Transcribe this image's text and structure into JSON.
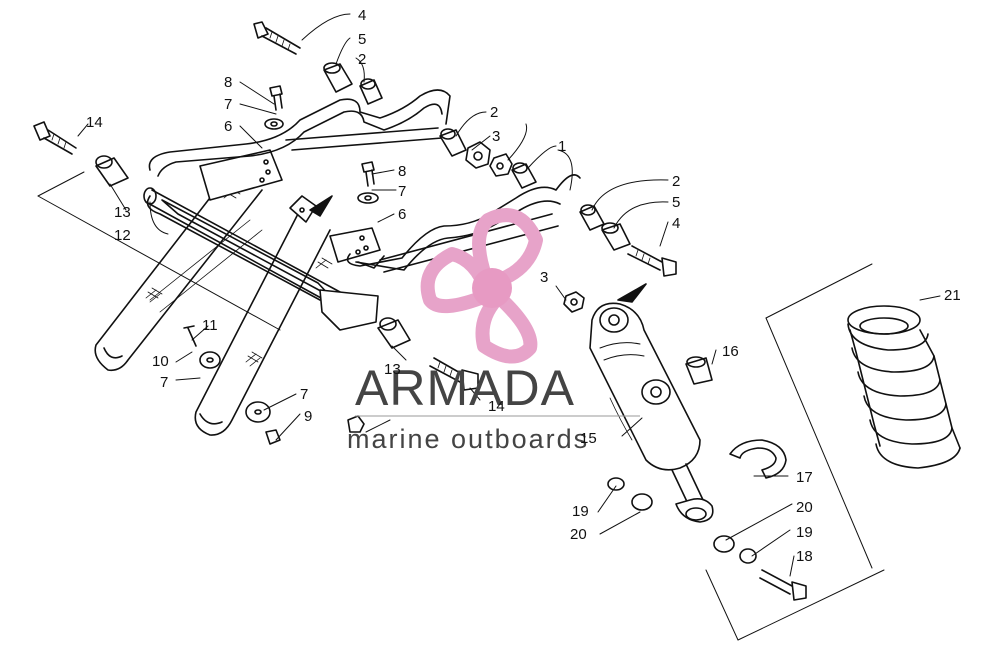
{
  "diagram": {
    "callouts": [
      {
        "id": "c-4a",
        "label": "4"
      },
      {
        "id": "c-5a",
        "label": "5"
      },
      {
        "id": "c-2a",
        "label": "2"
      },
      {
        "id": "c-8a",
        "label": "8"
      },
      {
        "id": "c-7a",
        "label": "7"
      },
      {
        "id": "c-6a",
        "label": "6"
      },
      {
        "id": "c-14a",
        "label": "14"
      },
      {
        "id": "c-2b",
        "label": "2"
      },
      {
        "id": "c-3a",
        "label": "3"
      },
      {
        "id": "c-1",
        "label": "1"
      },
      {
        "id": "c-8b",
        "label": "8"
      },
      {
        "id": "c-7b",
        "label": "7"
      },
      {
        "id": "c-6b",
        "label": "6"
      },
      {
        "id": "c-2c",
        "label": "2"
      },
      {
        "id": "c-5b",
        "label": "5"
      },
      {
        "id": "c-4b",
        "label": "4"
      },
      {
        "id": "c-13a",
        "label": "13"
      },
      {
        "id": "c-12",
        "label": "12"
      },
      {
        "id": "c-3b",
        "label": "3"
      },
      {
        "id": "c-21",
        "label": "21"
      },
      {
        "id": "c-11",
        "label": "11"
      },
      {
        "id": "c-10",
        "label": "10"
      },
      {
        "id": "c-7c",
        "label": "7"
      },
      {
        "id": "c-16",
        "label": "16"
      },
      {
        "id": "c-13b",
        "label": "13"
      },
      {
        "id": "c-14b",
        "label": "14"
      },
      {
        "id": "c-7d",
        "label": "7"
      },
      {
        "id": "c-9",
        "label": "9"
      },
      {
        "id": "c-15",
        "label": "15"
      },
      {
        "id": "c-17",
        "label": "17"
      },
      {
        "id": "c-19a",
        "label": "19"
      },
      {
        "id": "c-20a",
        "label": "20"
      },
      {
        "id": "c-20b",
        "label": "20"
      },
      {
        "id": "c-19b",
        "label": "19"
      },
      {
        "id": "c-18",
        "label": "18"
      }
    ]
  },
  "watermark": {
    "brand": "ARMADA",
    "tagline": "marine outboards",
    "logo_color": "#e7a3c9",
    "logo_dot_color": "#e79ac3"
  }
}
